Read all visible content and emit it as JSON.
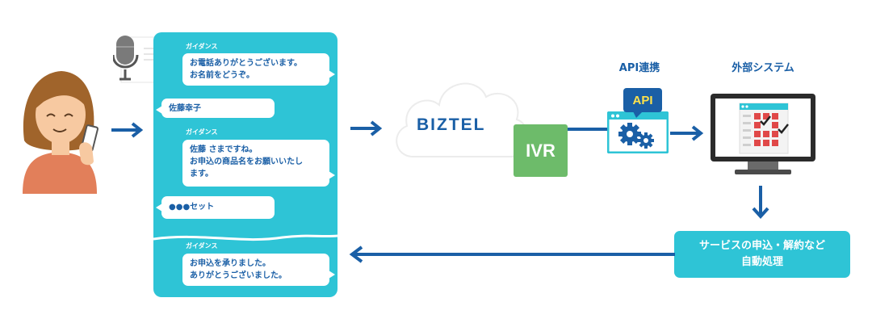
{
  "chat": {
    "messages": [
      {
        "speaker": "ガイダンス",
        "text": "お電話ありがとうございます。\nお名前をどうぞ。"
      },
      {
        "speaker": "",
        "text": "佐藤幸子"
      },
      {
        "speaker": "ガイダンス",
        "text": "佐藤 さまですね。\nお申込の商品名をお願いいたし\nます。"
      },
      {
        "speaker": "",
        "text": "●●●セット"
      },
      {
        "speaker": "ガイダンス",
        "text": "お申込を承りました。\nありがとうございました。"
      }
    ]
  },
  "service": {
    "name": "BIZTEL",
    "ivr_label": "IVR"
  },
  "api": {
    "heading": "API連携",
    "badge": "API"
  },
  "external": {
    "heading": "外部システム"
  },
  "process": {
    "text": "サービスの申込・解約など\n自動処理"
  },
  "colors": {
    "primary_blue": "#1a5fa6",
    "cyan": "#2ec4d6",
    "green": "#6dbb6a",
    "yellow": "#ffe24a",
    "skin": "#f7c9a1",
    "hair": "#a0642b",
    "shirt": "#e27f5a"
  },
  "icons": [
    "person-on-phone-icon",
    "microphone-icon",
    "cloud-icon",
    "gear-window-icon",
    "monitor-calendar-icon",
    "arrow-icon"
  ]
}
